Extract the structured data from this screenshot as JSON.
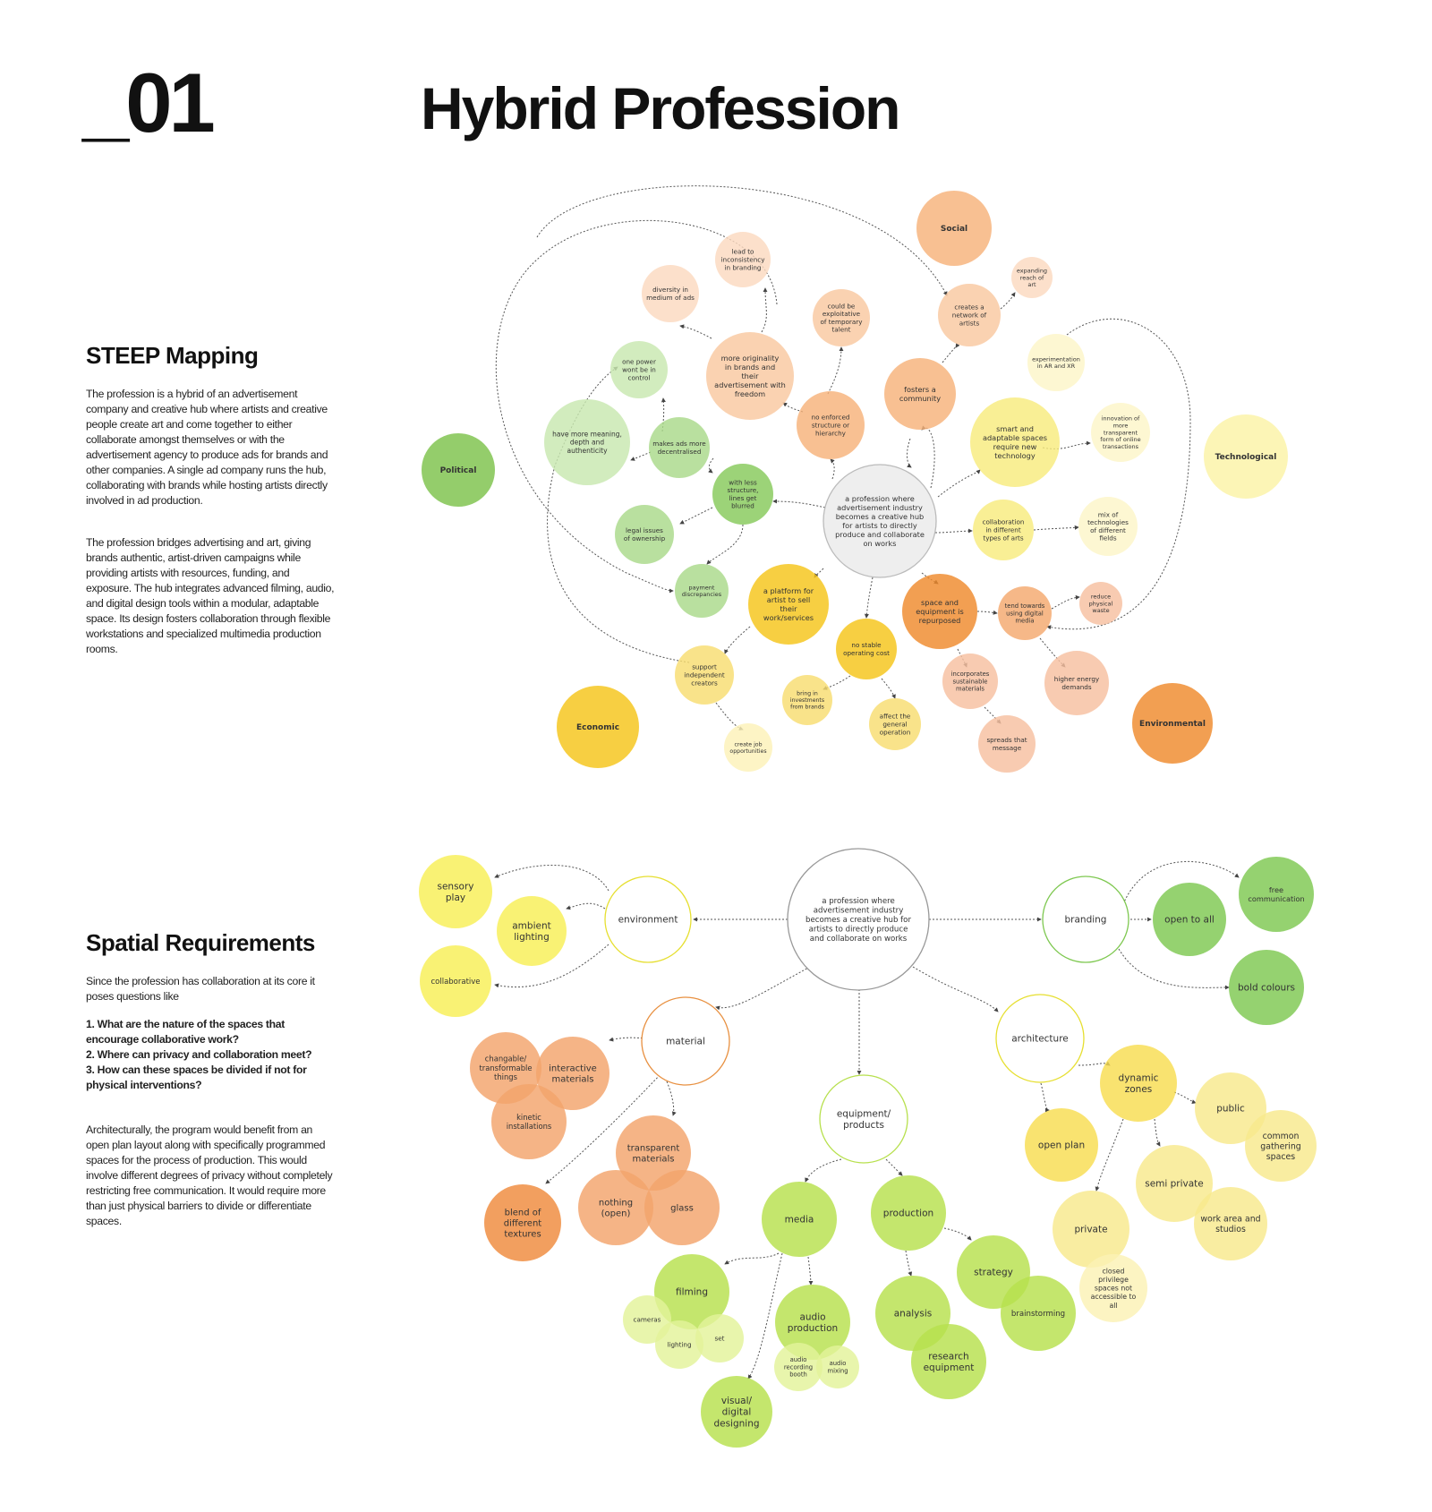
{
  "header": {
    "number": "_01",
    "title": "Hybrid Profession"
  },
  "steep": {
    "heading": "STEEP Mapping",
    "paragraph_1": "The profession is a hybrid of an advertisement company and creative hub where artists and creative people create art and come together to either collaborate amongst themselves or with the advertisement agency to produce ads for brands and other companies. A single ad company runs the hub, collaborating with brands while hosting artists directly involved in ad production.",
    "paragraph_2": "The profession bridges advertising and art, giving brands authentic, artist-driven campaigns while providing artists with resources, funding, and exposure. The hub integrates advanced filming, audio, and digital design tools within a modular, adaptable space. Its design fosters collaboration through flexible workstations and specialized multimedia production rooms."
  },
  "spatial": {
    "heading": "Spatial Requirements",
    "intro": "Since the profession has collaboration at its core it poses questions like",
    "questions": [
      "1. What are the nature of the spaces that encourage collaborative work?",
      "2. Where can privacy and collaboration meet?",
      "3. How can these spaces be divided if not for physical interventions?"
    ],
    "paragraph": "Architecturally, the program would benefit from an open plan layout along with specifically programmed spaces for the process of production. This would involve different degrees of privacy without completely restricting free communication. It would require more than just physical barriers to divide or differentiate spaces."
  },
  "steep_map": {
    "nodes": [
      {
        "id": "center",
        "label": "a profession where advertisement industry becomes a creative hub for artists to directly produce and collaborate on works",
        "color": "#eeeeee"
      },
      {
        "id": "social",
        "label": "Social",
        "color": "#f7b27a"
      },
      {
        "id": "political",
        "label": "Political",
        "color": "#7cc24a"
      },
      {
        "id": "technological",
        "label": "Technological",
        "color": "#fbf3a6"
      },
      {
        "id": "economic",
        "label": "Economic",
        "color": "#f5c518"
      },
      {
        "id": "environmental",
        "label": "Environmental",
        "color": "#ef8a2c"
      },
      {
        "id": "lead",
        "label": "lead to inconsistency in branding",
        "color": "#fbd9c0"
      },
      {
        "id": "diversity",
        "label": "diversity in medium of ads",
        "color": "#fbd9c0"
      },
      {
        "id": "exploit",
        "label": "could be exploitative of temporary talent",
        "color": "#f9c8a0"
      },
      {
        "id": "expanding",
        "label": "expanding reach of art",
        "color": "#fbd9c0"
      },
      {
        "id": "network",
        "label": "creates a network of artists",
        "color": "#f9c8a0"
      },
      {
        "id": "originality",
        "label": "more originality in brands and their advertisement with freedom",
        "color": "#f9c8a0"
      },
      {
        "id": "onepower",
        "label": "one power wont be in control",
        "color": "#c8e8b0"
      },
      {
        "id": "fosters",
        "label": "fosters a community",
        "color": "#f7b27a"
      },
      {
        "id": "xr",
        "label": "experimentation in AR and XR",
        "color": "#fcf5c8"
      },
      {
        "id": "meaning",
        "label": "have more meaning, depth and authenticity",
        "color": "#c8e8b0"
      },
      {
        "id": "decentral",
        "label": "makes ads more decentralised",
        "color": "#a9d98a"
      },
      {
        "id": "noenforced",
        "label": "no enforced structure or hierarchy",
        "color": "#f7b27a"
      },
      {
        "id": "smart",
        "label": "smart and adaptable spaces require new technology",
        "color": "#f8ec7e"
      },
      {
        "id": "innovation",
        "label": "innovation of more transparent form of online transactions",
        "color": "#fcf5c8"
      },
      {
        "id": "lines",
        "label": "with less structure, lines get blurred",
        "color": "#86c95a"
      },
      {
        "id": "legal",
        "label": "legal issues of ownership",
        "color": "#a9d98a"
      },
      {
        "id": "collabarts",
        "label": "collaboration in different types of arts",
        "color": "#f8ec7e"
      },
      {
        "id": "mix",
        "label": "mix of technologies of different fields",
        "color": "#fcf5c8"
      },
      {
        "id": "payment",
        "label": "payment discrepancies",
        "color": "#a9d98a"
      },
      {
        "id": "platform",
        "label": "a platform for artist to sell their work/services",
        "color": "#f5c518"
      },
      {
        "id": "space",
        "label": "space and equipment is repurposed",
        "color": "#ef8a2c"
      },
      {
        "id": "digital",
        "label": "tend towards using digital media",
        "color": "#f4a86e"
      },
      {
        "id": "reduce",
        "label": "reduce physical waste",
        "color": "#f7bfa0"
      },
      {
        "id": "nostable",
        "label": "no stable operating cost",
        "color": "#f5c518"
      },
      {
        "id": "support",
        "label": "support independent creators",
        "color": "#f8dd70"
      },
      {
        "id": "sustain",
        "label": "incorporates sustainable materials",
        "color": "#f7bfa0"
      },
      {
        "id": "higher",
        "label": "higher energy demands",
        "color": "#f7bfa0"
      },
      {
        "id": "invest",
        "label": "bring in investments from brands",
        "color": "#f8dd70"
      },
      {
        "id": "affect",
        "label": "affect the general operation",
        "color": "#f8dd70"
      },
      {
        "id": "job",
        "label": "create job opportunities",
        "color": "#fcf1b8"
      },
      {
        "id": "spreads",
        "label": "spreads that message",
        "color": "#f7bfa0"
      }
    ]
  },
  "spatial_map": {
    "nodes": [
      {
        "id": "center",
        "label": "a profession where advertisement industry becomes a creative hub for artists to directly produce and collaborate on works"
      },
      {
        "id": "environment",
        "label": "environment"
      },
      {
        "id": "sensory",
        "label": "sensory play"
      },
      {
        "id": "ambient",
        "label": "ambient lighting"
      },
      {
        "id": "collaborative",
        "label": "collaborative"
      },
      {
        "id": "branding",
        "label": "branding"
      },
      {
        "id": "openall",
        "label": "open to all"
      },
      {
        "id": "freecomm",
        "label": "free communication"
      },
      {
        "id": "bold",
        "label": "bold colours"
      },
      {
        "id": "material",
        "label": "material"
      },
      {
        "id": "changable",
        "label": "changable/ transformable things"
      },
      {
        "id": "interactive",
        "label": "interactive materials"
      },
      {
        "id": "kinetic",
        "label": "kinetic installations"
      },
      {
        "id": "transparent",
        "label": "transparent materials"
      },
      {
        "id": "nothing",
        "label": "nothing (open)"
      },
      {
        "id": "glass",
        "label": "glass"
      },
      {
        "id": "blend",
        "label": "blend of different textures"
      },
      {
        "id": "equipment",
        "label": "equipment/ products"
      },
      {
        "id": "media",
        "label": "media"
      },
      {
        "id": "production",
        "label": "production"
      },
      {
        "id": "filming",
        "label": "filming"
      },
      {
        "id": "cameras",
        "label": "cameras"
      },
      {
        "id": "lighting",
        "label": "lighting"
      },
      {
        "id": "set",
        "label": "set"
      },
      {
        "id": "audioprod",
        "label": "audio production"
      },
      {
        "id": "audiorec",
        "label": "audio recording booth"
      },
      {
        "id": "audiomix",
        "label": "audio mixing"
      },
      {
        "id": "visual",
        "label": "visual/ digital designing"
      },
      {
        "id": "analysis",
        "label": "analysis"
      },
      {
        "id": "strategy",
        "label": "strategy"
      },
      {
        "id": "brainstorm",
        "label": "brainstorming"
      },
      {
        "id": "research",
        "label": "research equipment"
      },
      {
        "id": "architecture",
        "label": "architecture"
      },
      {
        "id": "dynamic",
        "label": "dynamic zones"
      },
      {
        "id": "openplan",
        "label": "open plan"
      },
      {
        "id": "public",
        "label": "public"
      },
      {
        "id": "common",
        "label": "common gathering spaces"
      },
      {
        "id": "semi",
        "label": "semi private"
      },
      {
        "id": "workarea",
        "label": "work area and studios"
      },
      {
        "id": "private",
        "label": "private"
      },
      {
        "id": "closed",
        "label": "closed privilege spaces not accessible to all"
      }
    ]
  }
}
